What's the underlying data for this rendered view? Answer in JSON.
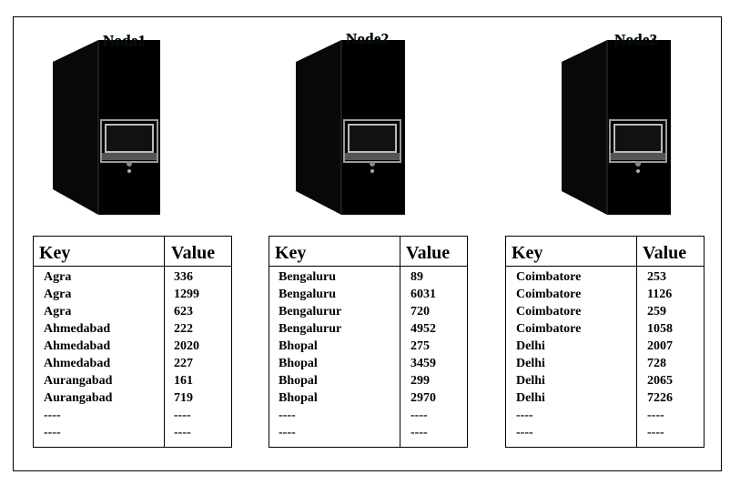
{
  "nodes": [
    {
      "label": "Node1",
      "icon": "server-tower-icon",
      "table": {
        "headers": [
          "Key",
          "Value"
        ],
        "rows": [
          {
            "key": "Agra",
            "value": "336"
          },
          {
            "key": "Agra",
            "value": "1299"
          },
          {
            "key": "Agra",
            "value": "623"
          },
          {
            "key": "Ahmedabad",
            "value": "222"
          },
          {
            "key": "Ahmedabad",
            "value": "2020"
          },
          {
            "key": "Ahmedabad",
            "value": "227"
          },
          {
            "key": "Aurangabad",
            "value": "161"
          },
          {
            "key": "Aurangabad",
            "value": "719"
          },
          {
            "key": "----",
            "value": "----"
          },
          {
            "key": "----",
            "value": "----"
          }
        ]
      }
    },
    {
      "label": "Node2",
      "icon": "server-tower-icon",
      "table": {
        "headers": [
          "Key",
          "Value"
        ],
        "rows": [
          {
            "key": "Bengaluru",
            "value": "89"
          },
          {
            "key": "Bengaluru",
            "value": "6031"
          },
          {
            "key": "Bengalurur",
            "value": "720"
          },
          {
            "key": "Bengalurur",
            "value": "4952"
          },
          {
            "key": "Bhopal",
            "value": "275"
          },
          {
            "key": "Bhopal",
            "value": "3459"
          },
          {
            "key": "Bhopal",
            "value": "299"
          },
          {
            "key": "Bhopal",
            "value": "2970"
          },
          {
            "key": "----",
            "value": "----"
          },
          {
            "key": "----",
            "value": "----"
          }
        ]
      }
    },
    {
      "label": "Node3",
      "icon": "server-tower-icon",
      "table": {
        "headers": [
          "Key",
          "Value"
        ],
        "rows": [
          {
            "key": "Coimbatore",
            "value": "253"
          },
          {
            "key": "Coimbatore",
            "value": "1126"
          },
          {
            "key": "Coimbatore",
            "value": "259"
          },
          {
            "key": "Coimbatore",
            "value": "1058"
          },
          {
            "key": "Delhi",
            "value": "2007"
          },
          {
            "key": "Delhi",
            "value": "728"
          },
          {
            "key": "Delhi",
            "value": "2065"
          },
          {
            "key": "Delhi",
            "value": "7226"
          },
          {
            "key": "----",
            "value": "----"
          },
          {
            "key": "----",
            "value": "----"
          }
        ]
      }
    }
  ]
}
